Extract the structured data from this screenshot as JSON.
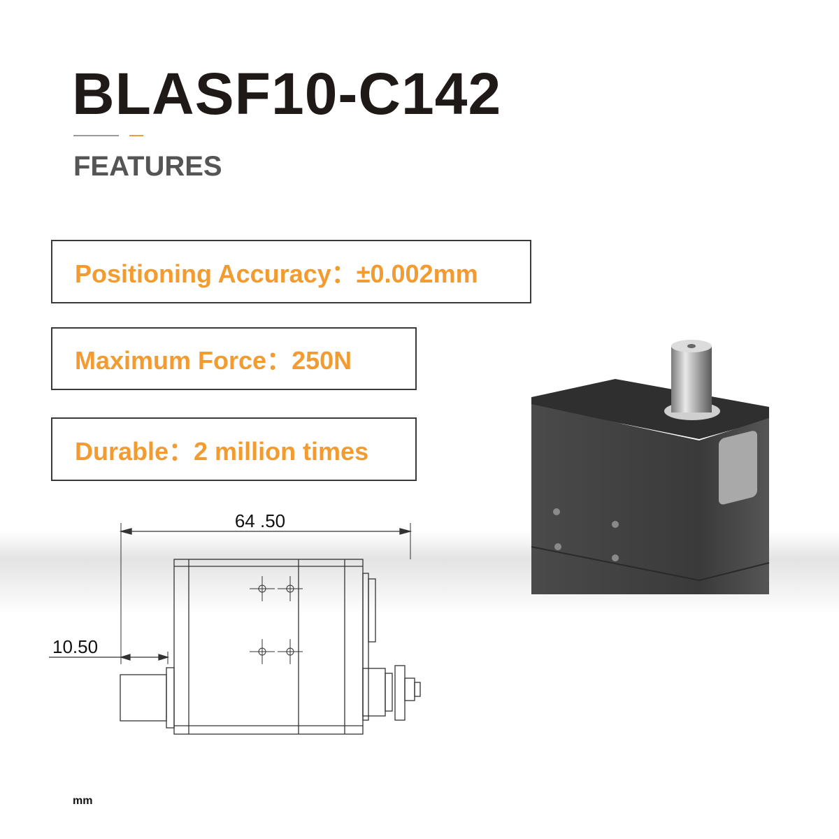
{
  "header": {
    "model": "BLASF10-C142",
    "subtitle": "FEATURES"
  },
  "features": [
    {
      "label": "Positioning Accuracy：±0.002mm"
    },
    {
      "label": "Maximum Force：250N"
    },
    {
      "label": "Durable：2 million times"
    }
  ],
  "drawing": {
    "width_dim": "64 .50",
    "offset_dim": "10.50",
    "unit": "mm"
  },
  "colors": {
    "accent": "#f29b30",
    "title": "#1f1a17",
    "subtitle": "#555555"
  }
}
